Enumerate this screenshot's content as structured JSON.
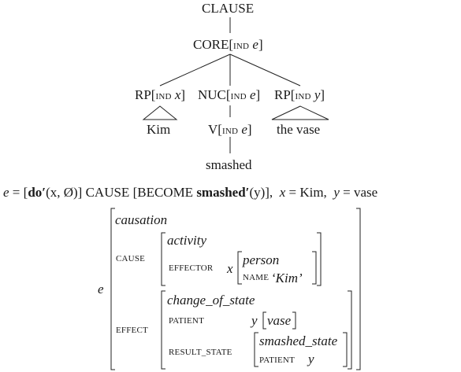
{
  "tree": {
    "clause": "CLAUSE",
    "core": "CORE",
    "core_ind": "IND",
    "core_var": "e",
    "rp1": "RP",
    "rp1_ind": "IND",
    "rp1_var": "x",
    "nuc": "NUC",
    "nuc_ind": "IND",
    "nuc_var": "e",
    "rp2": "RP",
    "rp2_ind": "IND",
    "rp2_var": "y",
    "kim": "Kim",
    "v": "V",
    "v_ind": "IND",
    "v_var": "e",
    "vase": "the vase",
    "smashed": "smashed"
  },
  "equation": {
    "lhs": "e",
    "eq": "=",
    "lb1": "[",
    "do": "do′",
    "do_args": "(x, Ø)]",
    "cause": "CAUSE",
    "become": "[BECOME",
    "pred": "smashed′",
    "pred_args": "(y)],",
    "x": "x",
    "eq2": "=",
    "kim": "Kim,",
    "y": "y",
    "eq3": "=",
    "vase": "vase"
  },
  "avm": {
    "var": "e",
    "type": "causation",
    "cause_label": "CAUSE",
    "cause_type": "activity",
    "effector_label": "EFFECTOR",
    "effector_var": "x",
    "person": "person",
    "name_label": "NAME",
    "name_value": "‘Kim’",
    "effect_label": "EFFECT",
    "effect_type": "change_of_state",
    "patient_label": "PATIENT",
    "patient_var": "y",
    "patient_value": "vase",
    "result_label": "RESULT_STATE",
    "result_type": "smashed_state",
    "result_patient_label": "PATIENT",
    "result_patient_var": "y"
  }
}
